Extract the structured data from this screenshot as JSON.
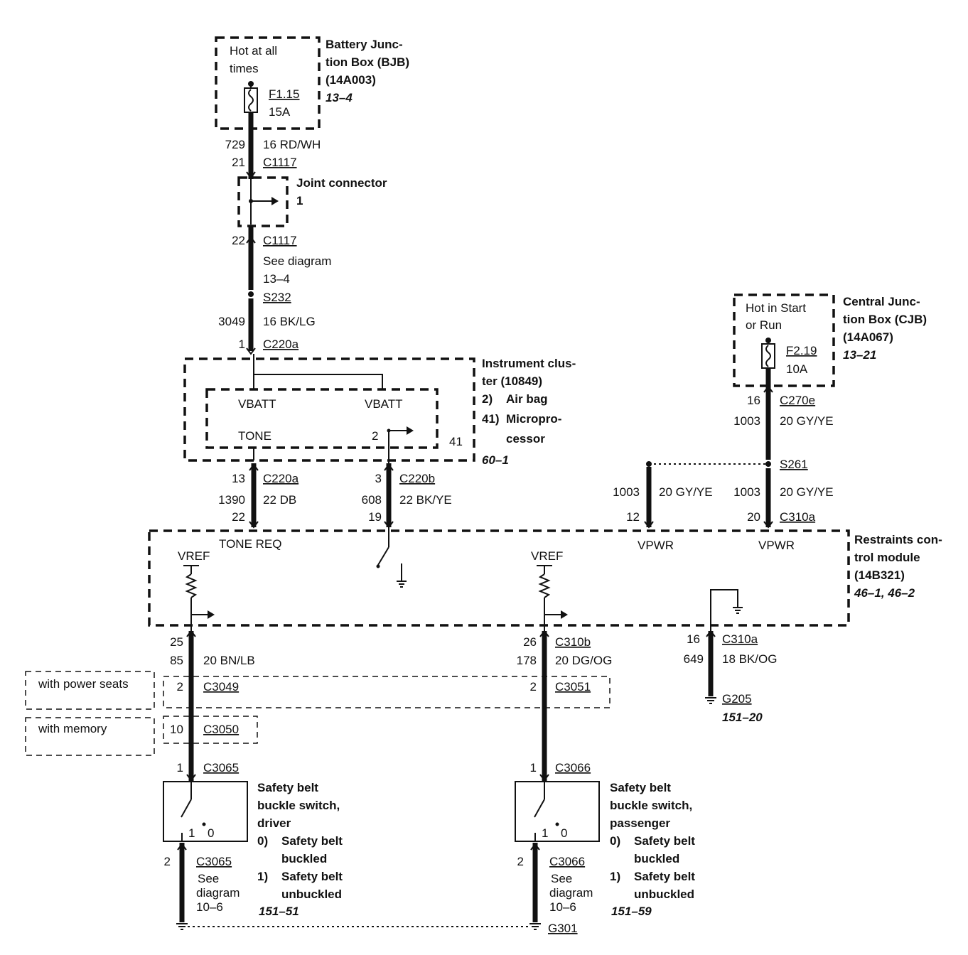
{
  "bjb": {
    "line1": "Hot at all",
    "line2": "times",
    "fuse": "F1.15",
    "amp": "15A",
    "title1": "Battery Junc-",
    "title2": "tion Box (BJB)",
    "title3": "(14A003)",
    "ref": "13–4"
  },
  "w_bjb": {
    "circuit": "729",
    "spec": "16 RD/WH",
    "pin": "21",
    "conn": "C1117"
  },
  "joint": {
    "title": "Joint connector",
    "num": "1"
  },
  "w_joint": {
    "pin": "22",
    "conn": "C1117",
    "see1": "See  diagram",
    "see2": "13–4",
    "splice": "S232",
    "circuit": "3049",
    "spec": "16 BK/LG",
    "pin2": "1",
    "conn2": "C220a"
  },
  "ic": {
    "title1": "Instrument clus-",
    "title2": "ter (10849)",
    "l2n": "2)",
    "l2": "Air bag",
    "l41n": "41)",
    "l41a": "Micropro-",
    "l41b": "cessor",
    "ref": "60–1",
    "vbatt1": "VBATT",
    "vbatt2": "VBATT",
    "tone": "TONE",
    "pin2": "2",
    "num41": "41"
  },
  "w_tone": {
    "pin": "13",
    "conn": "C220a",
    "circuit": "1390",
    "spec": "22 DB",
    "pin2": "22"
  },
  "w_220b": {
    "pin": "3",
    "conn": "C220b",
    "circuit": "608",
    "spec": "22 BK/YE",
    "pin2": "19"
  },
  "cjb": {
    "line1": "Hot in Start",
    "line2": "or Run",
    "fuse": "F2.19",
    "amp": "10A",
    "title1": "Central Junc-",
    "title2": "tion Box (CJB)",
    "title3": "(14A067)",
    "ref": "13–21"
  },
  "w_cjb": {
    "pin": "16",
    "conn": "C270e",
    "circuit": "1003",
    "spec": "20 GY/YE",
    "splice": "S261"
  },
  "w_vpwr1": {
    "circuit": "1003",
    "spec": "20 GY/YE",
    "pin": "12"
  },
  "w_vpwr2": {
    "circuit": "1003",
    "spec": "20 GY/YE",
    "pin": "20",
    "conn": "C310a"
  },
  "rcm": {
    "title1": "Restraints con-",
    "title2": "trol module",
    "title3": "(14B321)",
    "ref": "46–1, 46–2",
    "tonereq": "TONE REQ",
    "vref1": "VREF",
    "vref2": "VREF",
    "vpwr1": "VPWR",
    "vpwr2": "VPWR"
  },
  "w_ground": {
    "pin": "16",
    "conn": "C310a",
    "circuit": "649",
    "spec": "18 BK/OG",
    "gnd": "G205",
    "ref": "151–20"
  },
  "w_drv": {
    "pin": "25",
    "circuit": "85",
    "spec": "20 BN/LB",
    "pin_a": "2",
    "conn_a": "C3049",
    "pin_b": "10",
    "conn_b": "C3050",
    "pin_c": "1",
    "conn_c": "C3065"
  },
  "w_pas": {
    "pin": "26",
    "conn": "C310b",
    "circuit": "178",
    "spec": "20 DG/OG",
    "pin_a": "2",
    "conn_a": "C3051",
    "pin_c": "1",
    "conn_c": "C3066"
  },
  "opt": {
    "power": "with power seats",
    "memory": "with memory"
  },
  "sw_drv": {
    "t1": "Safety belt",
    "t2": "buckle switch,",
    "t3": "driver",
    "s0n": "0)",
    "s0a": "Safety belt",
    "s0b": "buckled",
    "s1n": "1)",
    "s1a": "Safety belt",
    "s1b": "unbuckled",
    "ref": "151–51",
    "pos1": "1",
    "pos0": "0",
    "pin": "2",
    "conn": "C3065",
    "see1": "See",
    "see2": "diagram",
    "see3": "10–6"
  },
  "sw_pas": {
    "t1": "Safety belt",
    "t2": "buckle switch,",
    "t3": "passenger",
    "s0n": "0)",
    "s0a": "Safety belt",
    "s0b": "buckled",
    "s1n": "1)",
    "s1a": "Safety belt",
    "s1b": "unbuckled",
    "ref": "151–59",
    "pos1": "1",
    "pos0": "0",
    "pin": "2",
    "conn": "C3066",
    "see1": "See",
    "see2": "diagram",
    "see3": "10–6",
    "gnd": "G301"
  }
}
